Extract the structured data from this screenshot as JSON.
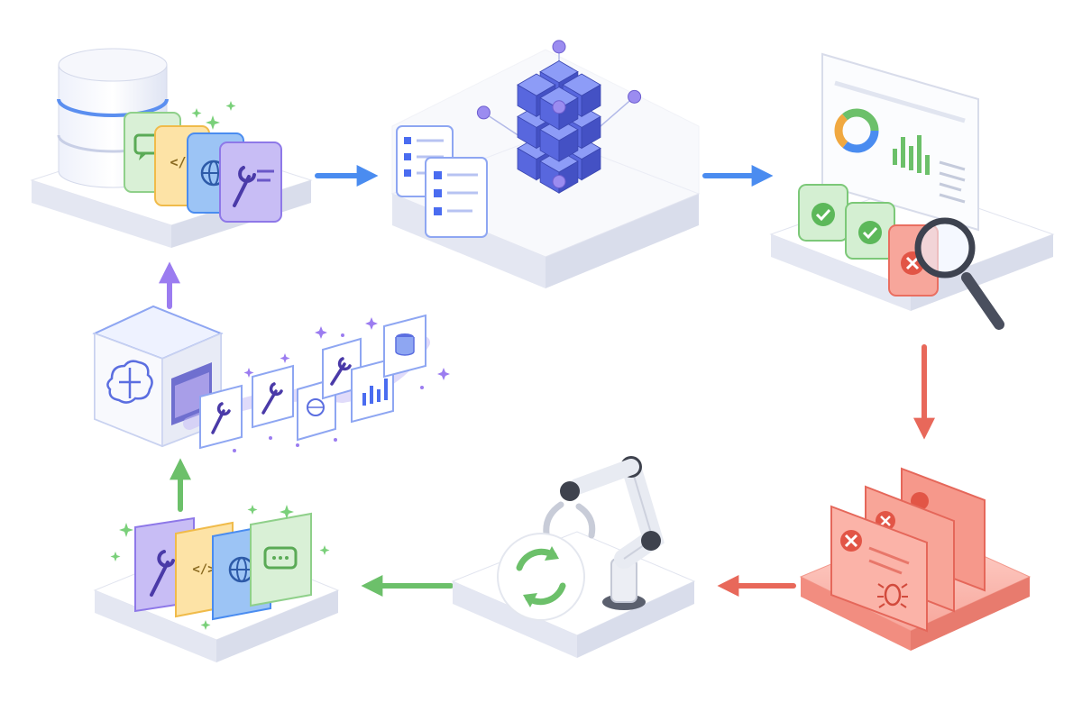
{
  "diagram": {
    "nodes": [
      {
        "id": "data-sources",
        "icon": "database-icon",
        "cards": [
          "chat-icon",
          "code-icon",
          "globe-icon",
          "tool-icon"
        ]
      },
      {
        "id": "model-training",
        "icon": "cube-lattice-icon",
        "cards": [
          "checklist-icon",
          "checklist-icon"
        ]
      },
      {
        "id": "evaluation",
        "icon": "dashboard-icon",
        "cards": [
          "check-icon",
          "check-icon",
          "x-icon"
        ],
        "accessory": "magnifier-icon"
      },
      {
        "id": "failure-analysis",
        "icon": "error-report-icon",
        "cards": [
          "x-icon",
          "x-icon",
          "x-icon"
        ],
        "accessory": "bug-icon"
      },
      {
        "id": "automated-retraining",
        "icon": "robot-arm-icon",
        "accessory": "refresh-cycle-icon"
      },
      {
        "id": "regenerated-data",
        "icon": "card-stack-icon",
        "cards": [
          "tool-icon",
          "code-icon",
          "globe-icon",
          "chat-icon"
        ]
      },
      {
        "id": "data-synthesis",
        "icon": "brain-machine-icon",
        "outputs": [
          "tool-icon",
          "tool-icon",
          "globe-icon",
          "tool-icon",
          "chart-icon",
          "database-icon"
        ]
      }
    ],
    "edges": [
      {
        "from": "data-sources",
        "to": "model-training",
        "color": "#4a8cf0"
      },
      {
        "from": "model-training",
        "to": "evaluation",
        "color": "#4a8cf0"
      },
      {
        "from": "evaluation",
        "to": "failure-analysis",
        "color": "#e8685a"
      },
      {
        "from": "failure-analysis",
        "to": "automated-retraining",
        "color": "#e8685a"
      },
      {
        "from": "automated-retraining",
        "to": "regenerated-data",
        "color": "#6cc06a"
      },
      {
        "from": "regenerated-data",
        "to": "data-synthesis",
        "color": "#6cc06a"
      },
      {
        "from": "data-synthesis",
        "to": "data-sources",
        "color": "#9b7cf0"
      }
    ],
    "palette": {
      "blue": "#4a8cf0",
      "indigo": "#5b6ee0",
      "purple": "#9b7cf0",
      "green": "#6cc06a",
      "yellow": "#f3c35a",
      "red": "#ef7f72",
      "platform": "#eef0f8"
    }
  }
}
